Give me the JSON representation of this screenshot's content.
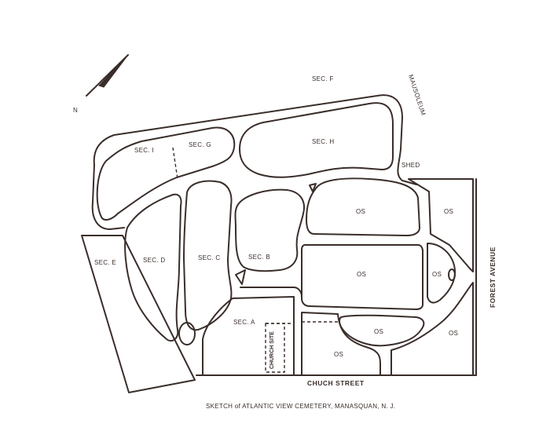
{
  "compass": {
    "north_label": "N"
  },
  "sections": {
    "sec_f": "SEC. F",
    "sec_g": "SEC. G",
    "sec_i": "SEC. I",
    "sec_h": "SEC. H",
    "sec_e": "SEC. E",
    "sec_d": "SEC. D",
    "sec_c": "SEC. C",
    "sec_b": "SEC. B",
    "sec_a": "SEC. A"
  },
  "os_labels": [
    "OS",
    "OS",
    "OS",
    "OS",
    "OS",
    "OS",
    "OS"
  ],
  "landmarks": {
    "mausoleum": "MAUSOLEUM",
    "shed": "SHED",
    "church_site": "CHURCH SITE"
  },
  "streets": {
    "forest_avenue": "FOREST AVENUE",
    "chuch_street": "CHUCH STREET"
  },
  "caption": "SKETCH of ATLANTIC VIEW CEMETERY, MANASQUAN, N. J."
}
